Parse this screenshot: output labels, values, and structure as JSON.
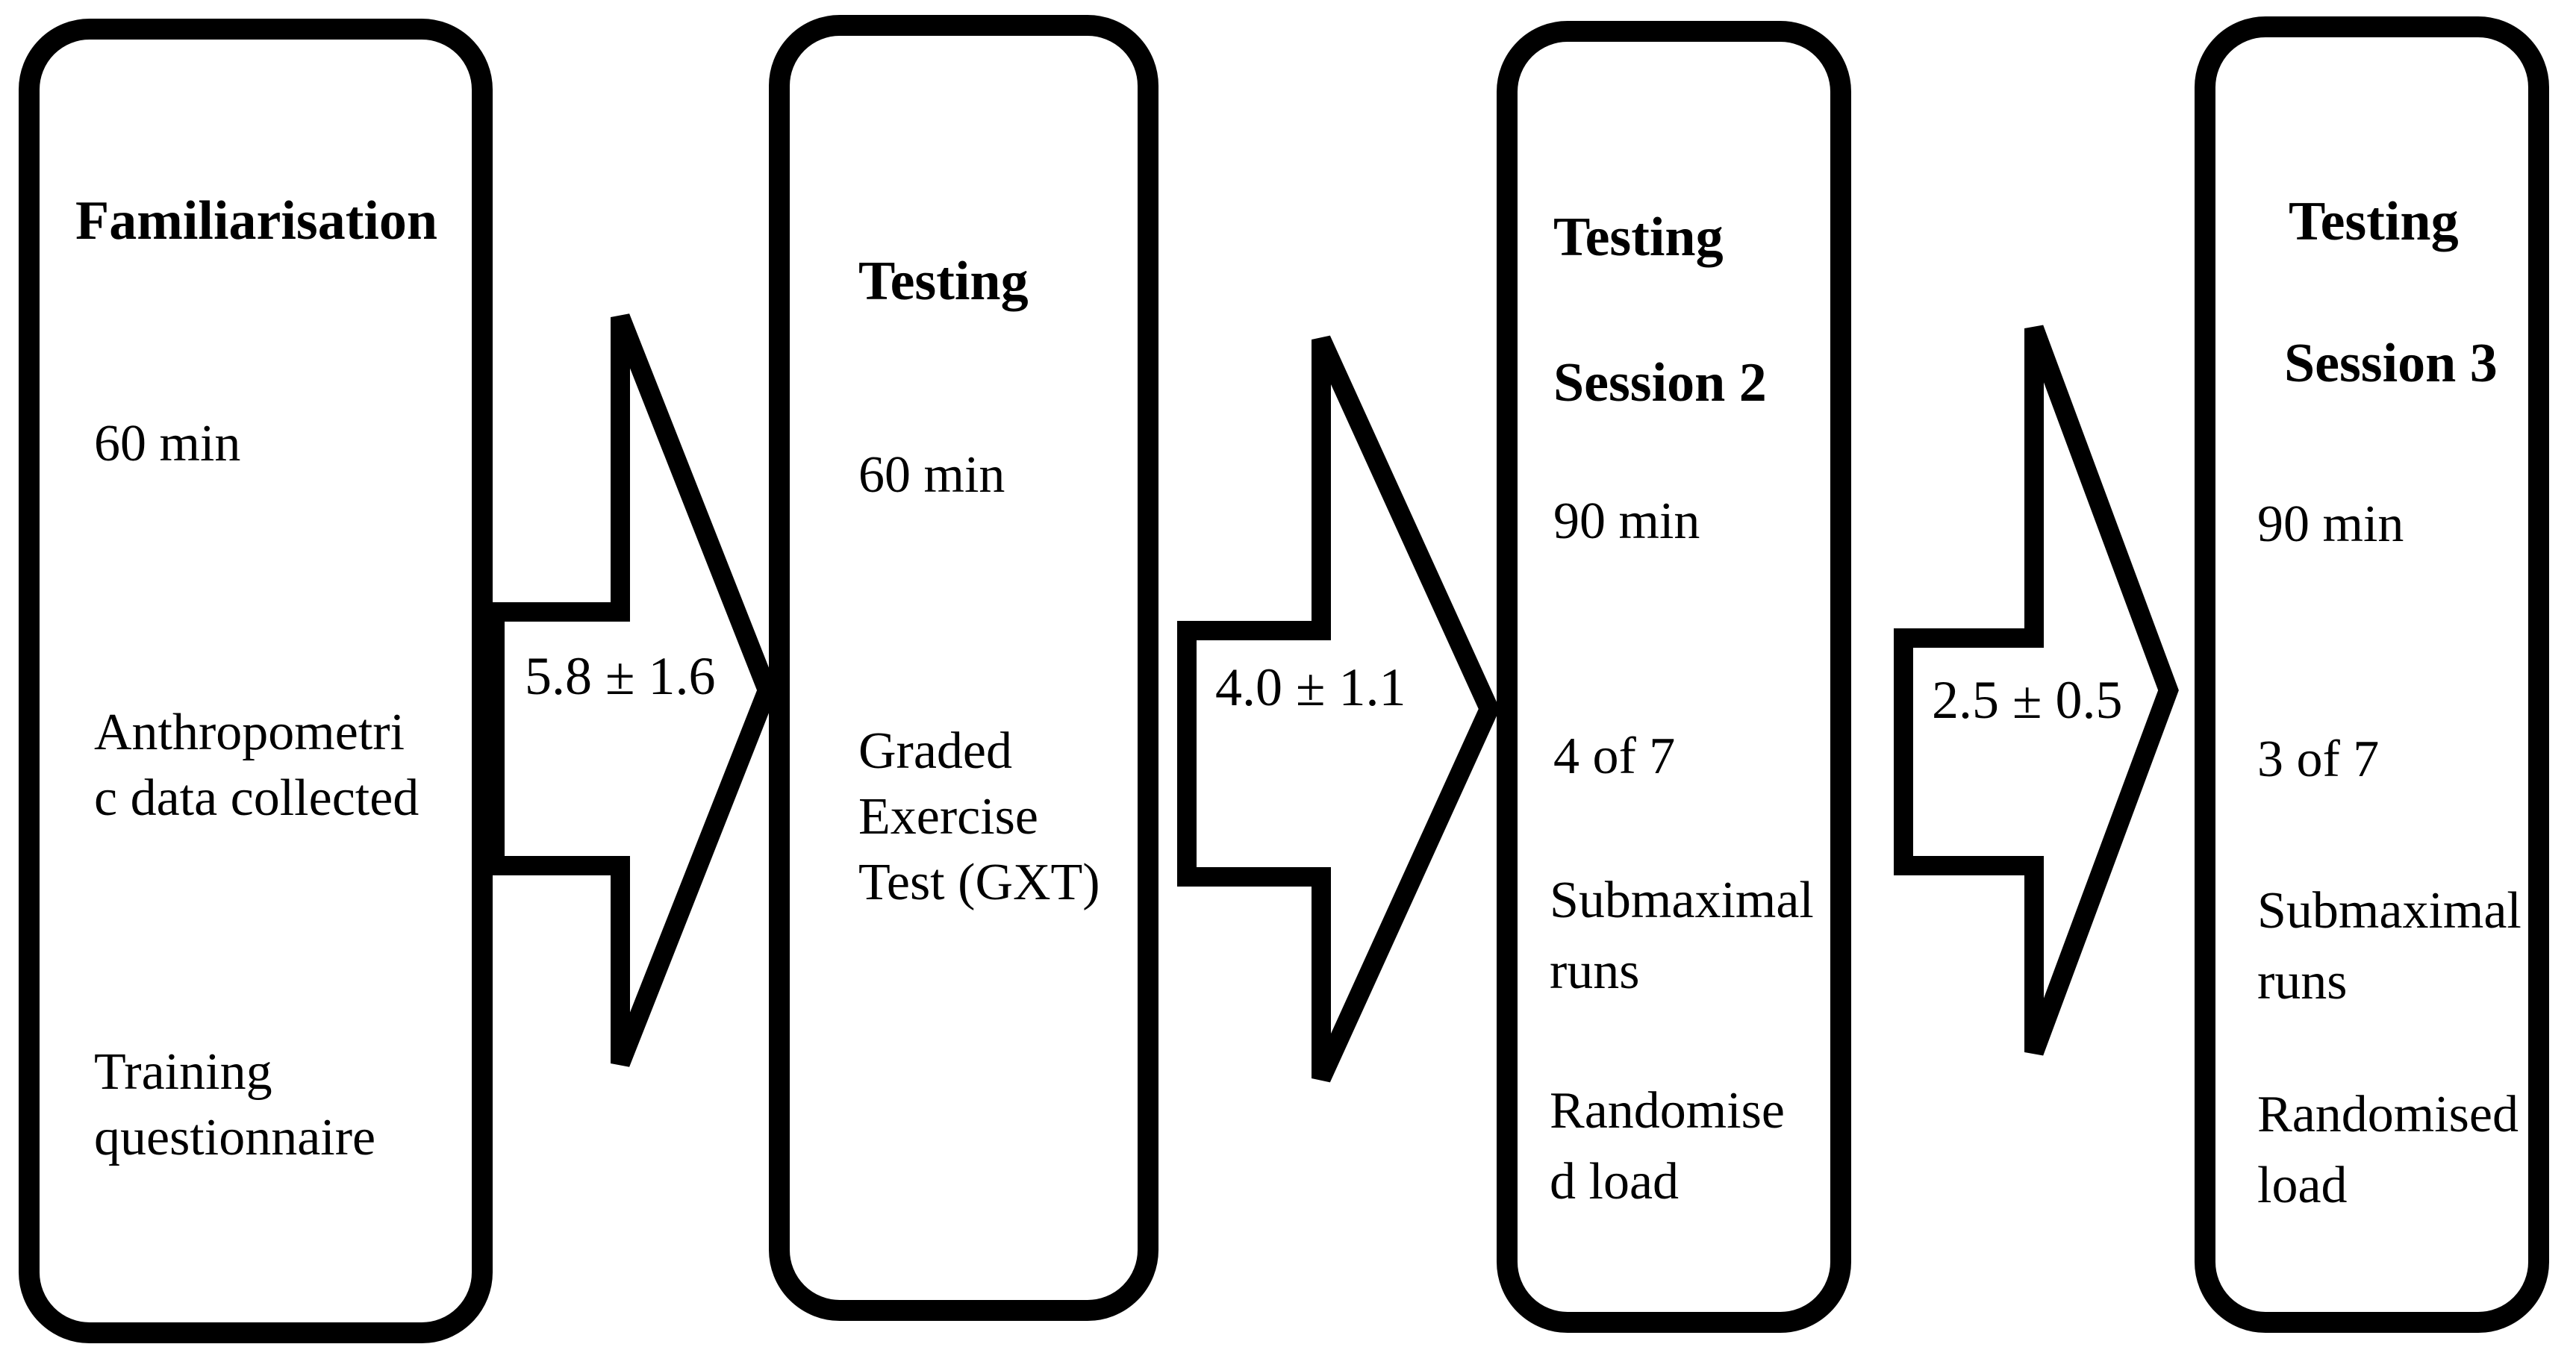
{
  "figure": {
    "type": "study-design-flowchart",
    "colors": {
      "ink": "#000000",
      "background": "#ffffff"
    }
  },
  "boxes": [
    {
      "name": "familiarisation",
      "blocks": [
        {
          "style": "heading",
          "lines": [
            "Familiarisation"
          ]
        },
        {
          "style": "body",
          "lines": [
            "60 min"
          ]
        },
        {
          "style": "body",
          "lines": [
            "Anthropometri",
            "c data collected"
          ]
        },
        {
          "style": "body",
          "lines": [
            "Training",
            "questionnaire"
          ]
        }
      ]
    },
    {
      "name": "testing-gxt",
      "blocks": [
        {
          "style": "heading",
          "lines": [
            "Testing"
          ]
        },
        {
          "style": "body",
          "lines": [
            "60 min"
          ]
        },
        {
          "style": "body",
          "lines": [
            "Graded",
            "Exercise",
            "Test (GXT)"
          ]
        }
      ]
    },
    {
      "name": "testing-session-2",
      "blocks": [
        {
          "style": "heading",
          "lines": [
            "Testing"
          ]
        },
        {
          "style": "heading",
          "lines": [
            "Session 2"
          ]
        },
        {
          "style": "body",
          "lines": [
            "90 min"
          ]
        },
        {
          "style": "body",
          "lines": [
            "4 of 7"
          ]
        },
        {
          "style": "body",
          "lines": [
            "Submaximal",
            "runs"
          ]
        },
        {
          "style": "body",
          "lines": [
            "Randomise",
            "d load"
          ]
        }
      ]
    },
    {
      "name": "testing-session-3",
      "blocks": [
        {
          "style": "heading",
          "lines": [
            "Testing"
          ]
        },
        {
          "style": "heading",
          "lines": [
            "Session 3"
          ]
        },
        {
          "style": "body",
          "lines": [
            "90 min"
          ]
        },
        {
          "style": "body",
          "lines": [
            "3 of 7"
          ]
        },
        {
          "style": "body",
          "lines": [
            "Submaximal",
            "runs"
          ]
        },
        {
          "style": "body",
          "lines": [
            "Randomised",
            "load"
          ]
        }
      ]
    }
  ],
  "arrows": [
    {
      "name": "arrow-1",
      "label": "5.8 ± 1.6"
    },
    {
      "name": "arrow-2",
      "label": "4.0 ± 1.1"
    },
    {
      "name": "arrow-3",
      "label": "2.5 ± 0.5"
    }
  ]
}
